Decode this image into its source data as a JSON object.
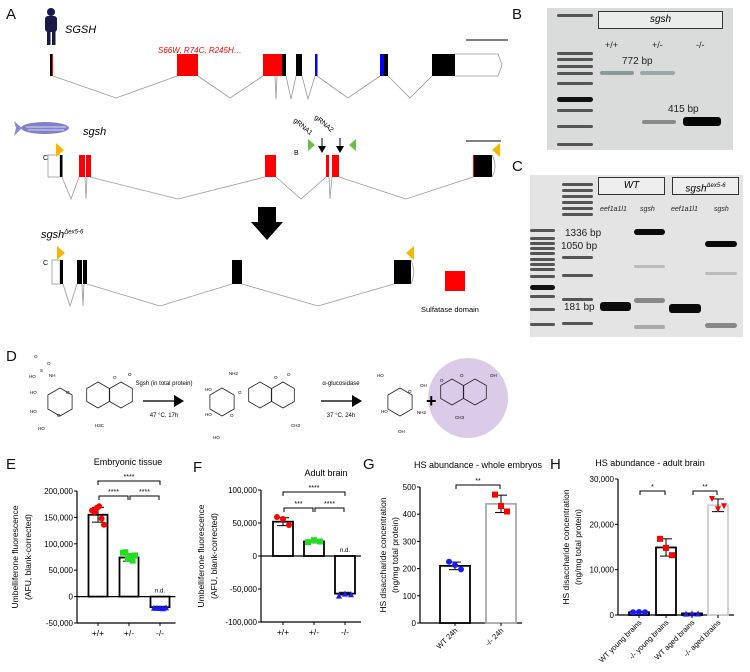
{
  "panels": {
    "a": "A",
    "b": "B",
    "c": "C",
    "d": "D",
    "e": "E",
    "f": "F",
    "g": "G",
    "h": "H"
  },
  "panel_a": {
    "human_gene": "SGSH",
    "mutations": "S66W, R74C, R245H…",
    "fish_gene": "sgsh",
    "mutant_gene": "sgsh",
    "mutant_superscript": "Δex5-6",
    "grna1": "gRNA1",
    "grna2": "gRNA2",
    "primer_b": "B",
    "primer_c1": "C",
    "primer_c2": "C",
    "legend": "Sulfatase domain",
    "colors": {
      "sulfatase": "#ff0000",
      "variant": "#0000ff",
      "primer_c": "#f5b800",
      "primer_b": "#6cc04a"
    }
  },
  "panel_b": {
    "title": "sgsh",
    "lanes": [
      "+/+",
      "+/-",
      "-/-"
    ],
    "band_wt": "772 bp",
    "band_mut": "415 bp"
  },
  "panel_c": {
    "group_wt": "WT",
    "group_mut": "sgsh",
    "group_mut_sup": "Δex5-6",
    "lanes": [
      "eef1a1l1",
      "sgsh",
      "eef1a1l1",
      "sgsh"
    ],
    "markers": [
      "1336 bp",
      "1050 bp",
      "181 bp"
    ]
  },
  "panel_d": {
    "step1_top": "Sgsh (in total protein)",
    "step1_bottom": "47 °C, 17h",
    "step2_top": "α-glucosidase",
    "step2_bottom": "37 °C, 24h",
    "plus": "+",
    "atoms1": [
      "O",
      "O",
      "HO",
      "S",
      "NH",
      "HO",
      "O",
      "HO",
      "HO",
      "O",
      "O",
      "O",
      "H3C"
    ],
    "atoms2": [
      "NH2",
      "HO",
      "O",
      "HO",
      "O",
      "HO",
      "O",
      "O",
      "CH3"
    ],
    "atoms3": [
      "HO",
      "O",
      "OH",
      "HO",
      "NH2",
      "OH"
    ],
    "atoms4": [
      "O",
      "O",
      "OH",
      "CH3"
    ]
  },
  "chart_data": [
    {
      "id": "E",
      "type": "bar",
      "title": "Embryonic tissue",
      "ylabel": [
        "Umbelliferone fluorescence",
        "(AFU, blank-corrected)"
      ],
      "ylim": [
        -50000,
        200000
      ],
      "yticks": [
        -50000,
        0,
        50000,
        100000,
        150000,
        200000
      ],
      "categories": [
        "+/+",
        "+/-",
        "-/-"
      ],
      "values": [
        155000,
        74000,
        -20000
      ],
      "errors": [
        14000,
        7000,
        1500
      ],
      "points": [
        [
          163000,
          160000,
          168000,
          171000,
          148000,
          136000
        ],
        [
          83000,
          84000,
          72000,
          77000,
          68000,
          78000
        ],
        [
          -21000,
          -21000,
          -21500,
          -22000,
          -20500
        ]
      ],
      "marker_colors": [
        "#ff0000",
        "#22dd22",
        "#1a1aff"
      ],
      "markers": [
        "circle",
        "square",
        "triangle"
      ],
      "bar_edges": [
        "#000000",
        "#000000",
        "#000000"
      ],
      "significance": [
        {
          "from": 0,
          "to": 1,
          "label": "****"
        },
        {
          "from": 1,
          "to": 2,
          "label": "****"
        },
        {
          "from": 0,
          "to": 2,
          "label": "****"
        }
      ],
      "annotations": [
        {
          "cat": 2,
          "label": "n.d."
        }
      ],
      "rotate_xlabels": false
    },
    {
      "id": "F",
      "type": "bar",
      "title": "Adult brain",
      "ylabel": [
        "Umbelliferone fluorescence",
        "(AFU, blank-corrected)"
      ],
      "ylim": [
        -100000,
        100000
      ],
      "yticks": [
        -100000,
        -50000,
        0,
        50000,
        100000
      ],
      "categories": [
        "+/+",
        "+/-",
        "-/-"
      ],
      "values": [
        52000,
        22000,
        -57000
      ],
      "errors": [
        6000,
        2000,
        2000
      ],
      "points": [
        [
          59000,
          56000,
          47000
        ],
        [
          21000,
          24000,
          22000
        ],
        [
          -60000,
          -57000,
          -58000
        ]
      ],
      "marker_colors": [
        "#ff0000",
        "#22dd22",
        "#1a1aff"
      ],
      "markers": [
        "circle",
        "square",
        "triangle"
      ],
      "bar_edges": [
        "#000000",
        "#000000",
        "#000000"
      ],
      "significance": [
        {
          "from": 0,
          "to": 1,
          "label": "***"
        },
        {
          "from": 1,
          "to": 2,
          "label": "****"
        },
        {
          "from": 0,
          "to": 2,
          "label": "****"
        }
      ],
      "annotations": [
        {
          "cat": 2,
          "label": "n.d."
        }
      ],
      "rotate_xlabels": false
    },
    {
      "id": "G",
      "type": "bar",
      "title": "HS abundance - whole embryos",
      "ylabel": [
        "HS disaccharide concentration",
        "(ng/mg total protein)"
      ],
      "ylim": [
        0,
        500
      ],
      "yticks": [
        0,
        100,
        200,
        300,
        400,
        500
      ],
      "categories": [
        "WT 24h",
        "-/- 24h"
      ],
      "values": [
        210,
        438
      ],
      "errors": [
        14,
        32
      ],
      "points": [
        [
          225,
          213,
          197
        ],
        [
          472,
          430,
          410
        ]
      ],
      "marker_colors": [
        "#1a1aff",
        "#ff0000"
      ],
      "markers": [
        "circle",
        "square"
      ],
      "bar_edges": [
        "#000000",
        "#aaaaaa"
      ],
      "significance": [
        {
          "from": 0,
          "to": 1,
          "label": "**"
        }
      ],
      "annotations": [],
      "rotate_xlabels": true
    },
    {
      "id": "H",
      "type": "bar",
      "title": "HS abundance - adult brain",
      "ylabel": [
        "HS disaccharide concentration",
        "(ng/mg total protein)"
      ],
      "ylim": [
        0,
        30000
      ],
      "yticks": [
        0,
        10000,
        20000,
        30000
      ],
      "categories": [
        "WT young brains",
        "-/- young brains",
        "WT aged brains",
        "-/- aged brains"
      ],
      "values": [
        600,
        14900,
        350,
        24200
      ],
      "errors": [
        100,
        1900,
        80,
        1400
      ],
      "points": [
        [
          600,
          650,
          620
        ],
        [
          16800,
          14800,
          13200
        ],
        [
          300,
          350,
          330
        ],
        [
          25600,
          23300,
          24000
        ]
      ],
      "marker_colors": [
        "#1a1aff",
        "#ff0000",
        "#1a1aff",
        "#ff0000"
      ],
      "markers": [
        "circle",
        "square",
        "triangle",
        "invtriangle"
      ],
      "bar_edges": [
        "#000000",
        "#000000",
        "#000000",
        "#cccccc"
      ],
      "significance": [
        {
          "from": 0,
          "to": 1,
          "label": "*"
        },
        {
          "from": 2,
          "to": 3,
          "label": "**"
        }
      ],
      "annotations": [],
      "rotate_xlabels": true
    }
  ]
}
